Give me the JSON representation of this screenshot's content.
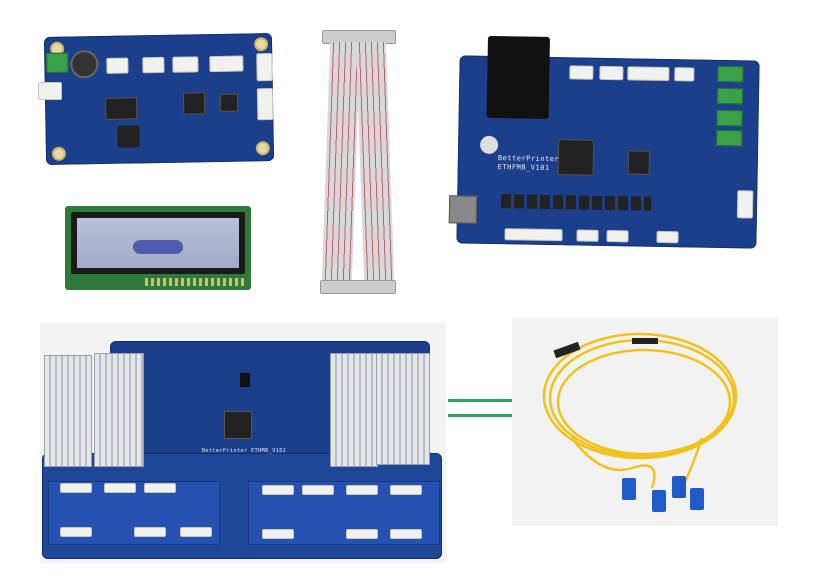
{
  "images": {
    "control_board": {
      "silkscreen": [
        "BetterPrinter",
        "ETHFMB_V101"
      ]
    },
    "head_board": {
      "silkscreen": [
        "BetterPrinter ETHMB_V102"
      ]
    }
  },
  "colors": {
    "pcb_blue": "#1c3f8c",
    "lcd_green": "#2e7a3a",
    "connector_line": "#2ca562",
    "fiber_yellow": "#f2c21c",
    "fiber_connector_blue": "#1e5ac8"
  }
}
